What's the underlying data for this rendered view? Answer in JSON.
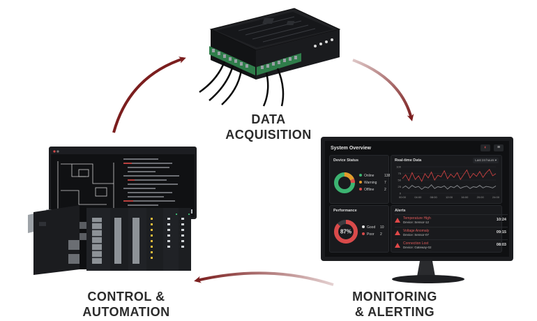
{
  "colors": {
    "accent": "#7b1e1e",
    "chart_line": "#c84040",
    "good": "#3cb371",
    "warning": "#e39b2b",
    "offline": "#d94a4a"
  },
  "labels": {
    "data_acquisition": [
      "DATA",
      "ACQUISITION"
    ],
    "monitoring": [
      "MONITORING",
      "& ALERTING"
    ],
    "control": [
      "CONTROL &",
      "AUTOMATION"
    ]
  },
  "dashboard": {
    "title": "System Overview",
    "time_range": "Last 24 hours",
    "device_status": {
      "title": "Device Status",
      "items": [
        {
          "label": "Online",
          "value": "138",
          "color": "#3cb371"
        },
        {
          "label": "Warning",
          "value": "7",
          "color": "#e39b2b"
        },
        {
          "label": "Offline",
          "value": "2",
          "color": "#d94a4a"
        }
      ]
    },
    "realtime": {
      "title": "Real-time Data",
      "y_ticks": [
        "100",
        "75",
        "50",
        "25",
        "0"
      ],
      "x_ticks": [
        "00:00",
        "04:00",
        "08:00",
        "12:00",
        "16:00",
        "20:00",
        "24:00"
      ],
      "ylim": [
        0,
        100
      ],
      "values": [
        55,
        70,
        48,
        78,
        52,
        66,
        45,
        74,
        58,
        80,
        50,
        68,
        62,
        85,
        55,
        72,
        60,
        78,
        52,
        70,
        88,
        58,
        75,
        64,
        82,
        60,
        77,
        90,
        66,
        74
      ],
      "values2": [
        20,
        28,
        18,
        30,
        22,
        26,
        15,
        24,
        20,
        32,
        18,
        25,
        22,
        28,
        16,
        26,
        21,
        30,
        19,
        24,
        27,
        18,
        25,
        22,
        30,
        20,
        26,
        24,
        20,
        28
      ]
    },
    "performance": {
      "title": "Performance",
      "percent": "87%",
      "fraction": 0.87,
      "items": [
        {
          "label": "Good",
          "value": "10",
          "color": "#e0e0e0"
        },
        {
          "label": "Poor",
          "value": "2",
          "color": "#d94a4a"
        }
      ]
    },
    "alerts": {
      "title": "Alerts",
      "items": [
        {
          "name": "Temperature High",
          "device": "Device: Sensor-12",
          "time": "10:24"
        },
        {
          "name": "Voltage Anomaly",
          "device": "Device: Sensor-07",
          "time": "09:15"
        },
        {
          "name": "Connection Lost",
          "device": "Device: Gateway-02",
          "time": "08:03"
        }
      ]
    }
  }
}
